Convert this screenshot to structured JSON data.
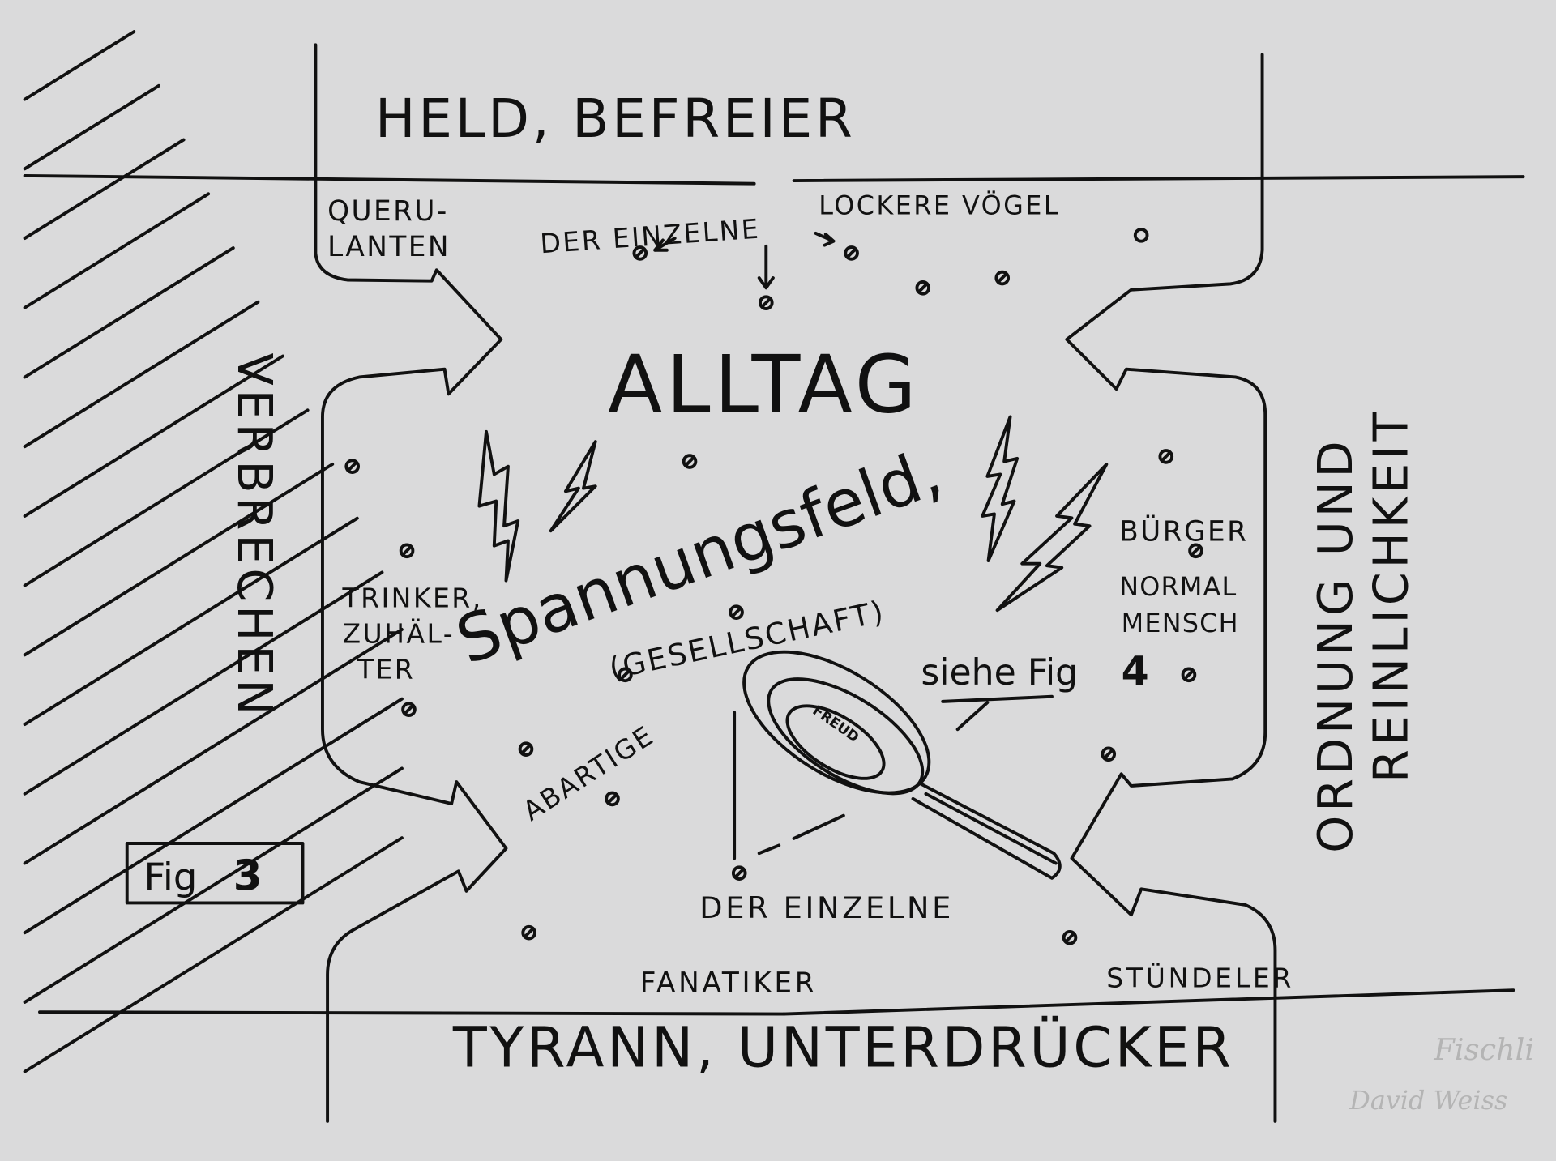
{
  "title_top": "HELD, BEFREIER",
  "title_bottom": "TYRANN, UNTERDRÜCKER",
  "left_label": "VERBRECHEN",
  "right_label_1": "ORDNUNG UND",
  "right_label_2": "REINLICHKEIT",
  "center_title": "ALLTAG",
  "center_field": "Spannungsfeld,",
  "center_society": "(GESELLSCHAFT)",
  "groups": {
    "querulanten_1": "QUERU-",
    "querulanten_2": "LANTEN",
    "einzelne_top": "DER EINZELNE",
    "lockere": "LOCKERE VÖGEL",
    "trinker_1": "TRINKER,",
    "trinker_2": "ZUHÄL-",
    "trinker_3": "TER",
    "buerger_1": "BÜRGER",
    "buerger_2": "NORMAL",
    "buerger_3": "MENSCH",
    "abartige": "ABARTIGE",
    "einzelne_bottom": "DER EINZELNE",
    "fanatiker": "FANATIKER",
    "stuendeler": "STÜNDELER",
    "freud": "FREUD"
  },
  "see_fig": {
    "text": "siehe Fig",
    "number": "4"
  },
  "fig_label": {
    "text": "Fig",
    "number": "3"
  },
  "signatures": [
    "Fischli",
    "David Weiss"
  ]
}
